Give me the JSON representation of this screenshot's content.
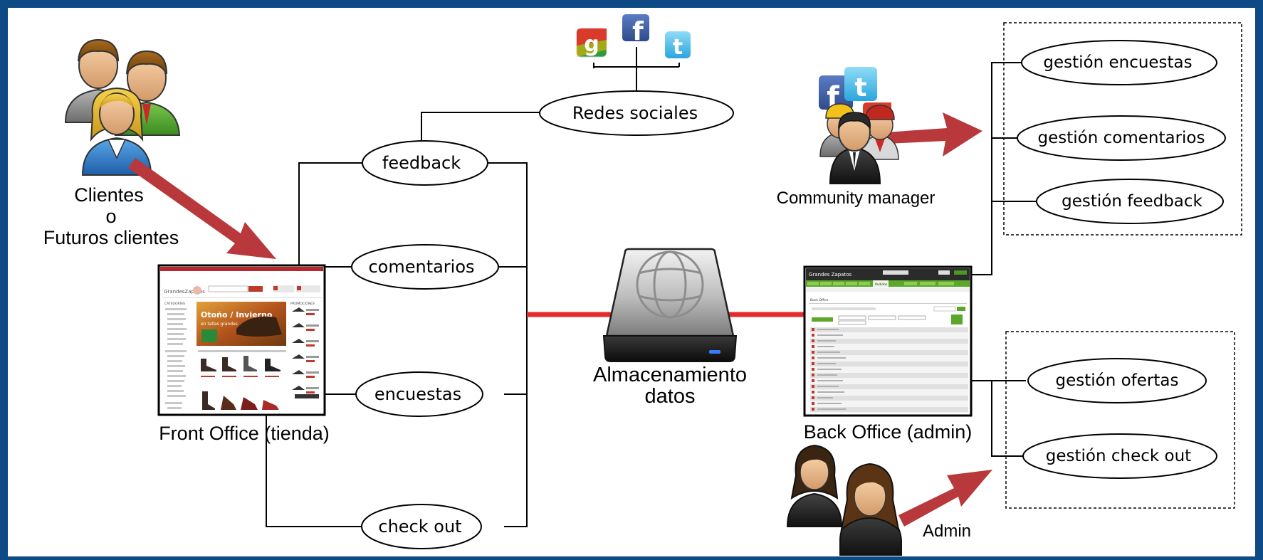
{
  "diagram": {
    "clientes": {
      "line1": "Clientes",
      "line2": "o",
      "line3": "Futuros clientes"
    },
    "front_office": {
      "caption": "Front Office (tienda)",
      "store_name": "GrandesZapatos",
      "banner_line1": "Otoño / Invierno",
      "banner_line2": "en tallas grandes",
      "sidebar_title": "CATEGORÍAS",
      "promo_title": "PROMOCIONES"
    },
    "channels": {
      "feedback": "feedback",
      "comentarios": "comentarios",
      "encuestas": "encuestas",
      "checkout": "check out"
    },
    "redes_sociales": "Redes sociales",
    "storage": {
      "line1": "Almacenamiento",
      "line2": "datos"
    },
    "community_manager": "Community manager",
    "cm_tasks": [
      "gestión encuestas",
      "gestión comentarios",
      "gestión feedback"
    ],
    "back_office": {
      "caption": "Back Office (admin)",
      "header_title": "Grandes Zapatos",
      "tab_active": "Pedidos",
      "section_title": "Back Office"
    },
    "admin": "Admin",
    "admin_tasks": [
      "gestión ofertas",
      "gestión check out"
    ]
  },
  "colors": {
    "frame": "#0d4a86",
    "arrow": "#b8383b",
    "storage_link": "#e42a2a",
    "line": "#000000"
  },
  "icons": {
    "social": [
      "google-icon",
      "facebook-icon",
      "twitter-icon"
    ]
  }
}
